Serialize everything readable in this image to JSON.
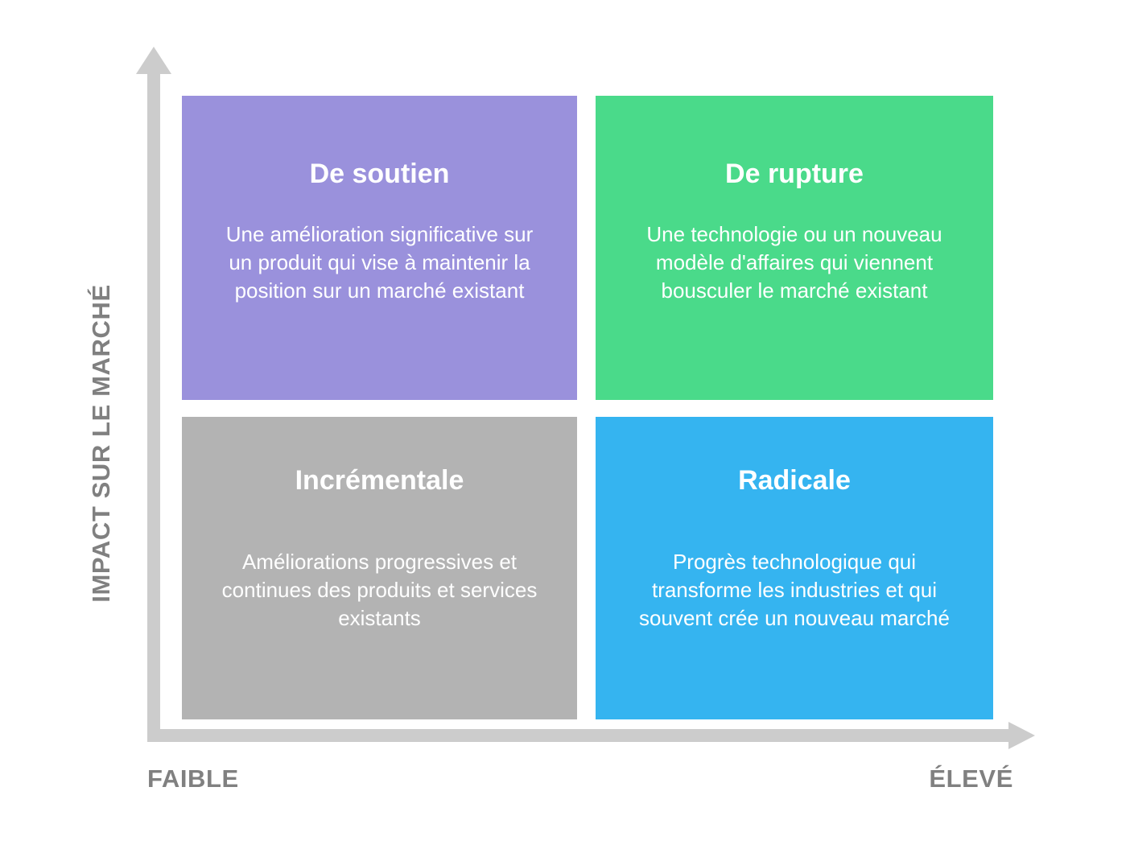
{
  "diagram": {
    "type": "2x2-matrix",
    "axes": {
      "y_label": "IMPACT SUR LE MARCHÉ",
      "x_low_label": "FAIBLE",
      "x_high_label": "ÉLEVÉ",
      "axis_color": "#cccccc",
      "label_color": "#808080"
    },
    "quadrants": [
      {
        "position": "top-left",
        "title": "De soutien",
        "description": "Une amélioration significative sur un produit qui vise à maintenir la position sur un marché existant",
        "color": "#9a91dc"
      },
      {
        "position": "top-right",
        "title": "De rupture",
        "description": "Une technologie ou un nouveau modèle d'affaires qui viennent bousculer le marché existant",
        "color": "#4ada8a"
      },
      {
        "position": "bottom-left",
        "title": "Incrémentale",
        "description": "Améliorations progressives et continues des produits et services existants",
        "color": "#b3b3b3"
      },
      {
        "position": "bottom-right",
        "title": "Radicale",
        "description": "Progrès technologique qui transforme les industries et qui souvent crée un nouveau marché",
        "color": "#35b4f0"
      }
    ]
  }
}
